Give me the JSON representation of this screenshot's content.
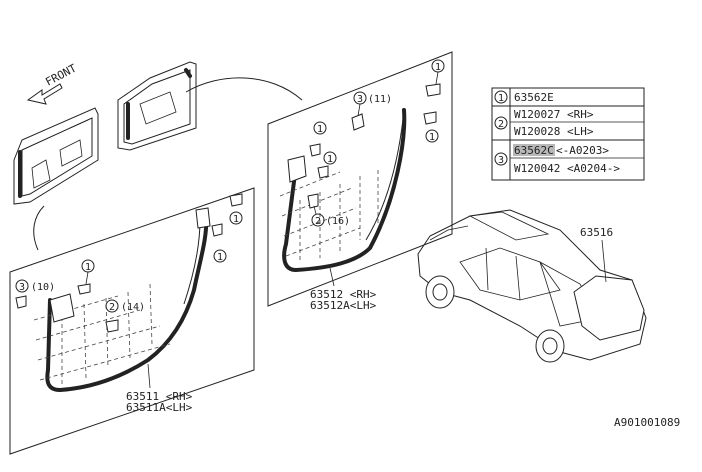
{
  "front_label": "FRONT",
  "legend": [
    {
      "num": "1",
      "lines": [
        {
          "text": "63562E",
          "highlight": false
        }
      ]
    },
    {
      "num": "2",
      "lines": [
        {
          "text": "W120027 <RH>",
          "highlight": false
        },
        {
          "text": "W120028 <LH>",
          "highlight": false
        }
      ]
    },
    {
      "num": "3",
      "lines": [
        {
          "text": "63562C",
          "highlight": true,
          "suffix": " <-A0203>"
        },
        {
          "text": "W120042 <A0204->",
          "highlight": false
        }
      ]
    }
  ],
  "callouts": {
    "rear_panel": {
      "c3": "3",
      "c3_qty": "(11)",
      "c2": "2",
      "c2_qty": "(16)",
      "c1": "1"
    },
    "front_panel": {
      "c3": "3",
      "c3_qty": "(10)",
      "c2": "2",
      "c2_qty": "(14)",
      "c1": "1"
    }
  },
  "parts": {
    "rear_rh": "63512 <RH>",
    "rear_lh": "63512A<LH>",
    "front_rh": "63511 <RH>",
    "front_lh": "63511A<LH>",
    "tailgate": "63516"
  },
  "diagram_code": "A901001089"
}
